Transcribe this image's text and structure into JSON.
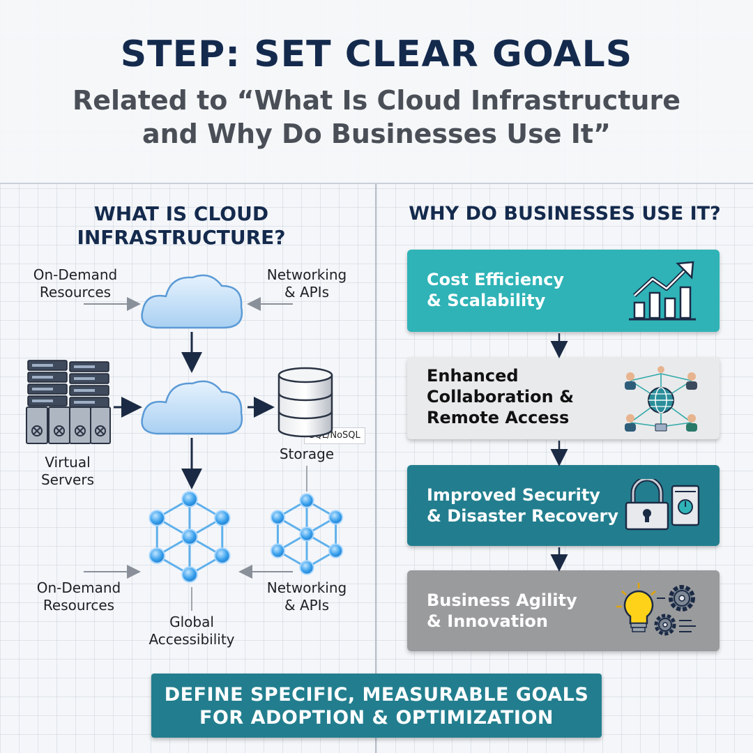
{
  "header": {
    "title": "STEP: SET CLEAR GOALS",
    "subtitle_line1": "Related to “What Is Cloud Infrastructure",
    "subtitle_line2": "and Why Do Businesses Use It”"
  },
  "left": {
    "heading_line1": "WHAT IS CLOUD",
    "heading_line2": "INFRASTRUCTURE?",
    "top_left_label": [
      "On-Demand",
      "Resources"
    ],
    "top_right_label": [
      "Networking",
      "& APIs"
    ],
    "servers_label": [
      "Virtual",
      "Servers"
    ],
    "storage_tag": "SQL/NoSQL",
    "storage_label": "Storage",
    "bottom_left_label": [
      "On-Demand",
      "Resources"
    ],
    "bottom_right_label": [
      "Networking",
      "& APIs"
    ],
    "global_label": [
      "Global",
      "Accessibility"
    ]
  },
  "right": {
    "heading": "WHY DO BUSINESSES USE IT?",
    "cards": [
      {
        "lines": [
          "Cost Efficiency",
          "& Scalability"
        ],
        "icon": "growth-chart-icon",
        "bg": "#2fb3b7",
        "text_color": "#ffffff"
      },
      {
        "lines": [
          "Enhanced",
          "Collaboration &",
          "Remote Access"
        ],
        "icon": "team-network-icon",
        "bg": "#e9eaeb",
        "text_color": "#111111"
      },
      {
        "lines": [
          "Improved Security",
          "& Disaster Recovery"
        ],
        "icon": "padlock-backup-icon",
        "bg": "#227e8e",
        "text_color": "#ffffff"
      },
      {
        "lines": [
          "Business Agility",
          "& Innovation"
        ],
        "icon": "lightbulb-gears-icon",
        "bg": "#9a9b9d",
        "text_color": "#ffffff"
      }
    ]
  },
  "footer": {
    "line1": "DEFINE SPECIFIC, MEASURABLE GOALS",
    "line2": "FOR ADOPTION & OPTIMIZATION"
  }
}
